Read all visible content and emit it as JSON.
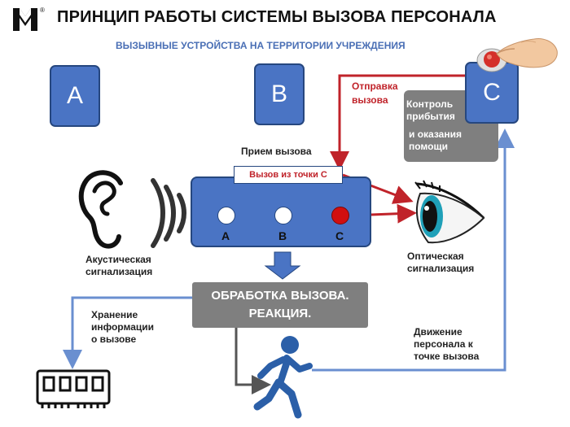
{
  "header": {
    "title": "ПРИНЦИП РАБОТЫ СИСТЕМЫ ВЫЗОВА ПЕРСОНАЛА",
    "subtitle": "ВЫЗЫВНЫЕ УСТРОЙСТВА НА ТЕРРИТОРИИ УЧРЕЖДЕНИЯ",
    "logo_mark": "®"
  },
  "devices": {
    "a": "A",
    "b": "B",
    "c": "C"
  },
  "receiver": {
    "label": "Прием вызова",
    "callout": "Вызов из точки С",
    "buttons": [
      "A",
      "B",
      "C"
    ]
  },
  "send": {
    "line1": "Отправка",
    "line2": "вызова"
  },
  "control": {
    "line1": "Контроль",
    "line2": "прибытия",
    "line3": "и оказания",
    "line4": "помощи"
  },
  "acoustic": {
    "line1": "Акустическая",
    "line2": "сигнализация"
  },
  "optical": {
    "line1": "Оптическая",
    "line2": "сигнализация"
  },
  "processing": {
    "line1": "ОБРАБОТКА ВЫЗОВА.",
    "line2": "РЕАКЦИЯ."
  },
  "storage": {
    "line1": "Хранение",
    "line2": "информации",
    "line3": "о вызове"
  },
  "movement": {
    "line1": "Движение",
    "line2": "персонала к",
    "line3": "точке вызова"
  },
  "colors": {
    "device_blue": "#4a74c4",
    "accent_red": "#c0232a",
    "arrow_blue": "#6a8fd0",
    "process_grey": "#7f7f7f"
  }
}
